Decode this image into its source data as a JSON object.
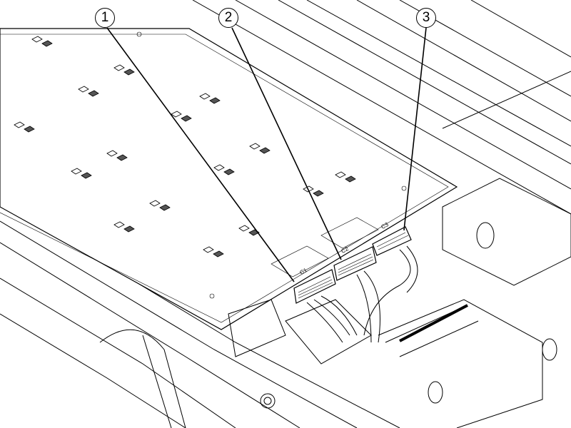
{
  "callouts": [
    {
      "number": "1"
    },
    {
      "number": "2"
    },
    {
      "number": "3"
    }
  ],
  "connector_labels": [
    "C1",
    "C2",
    "C3"
  ]
}
